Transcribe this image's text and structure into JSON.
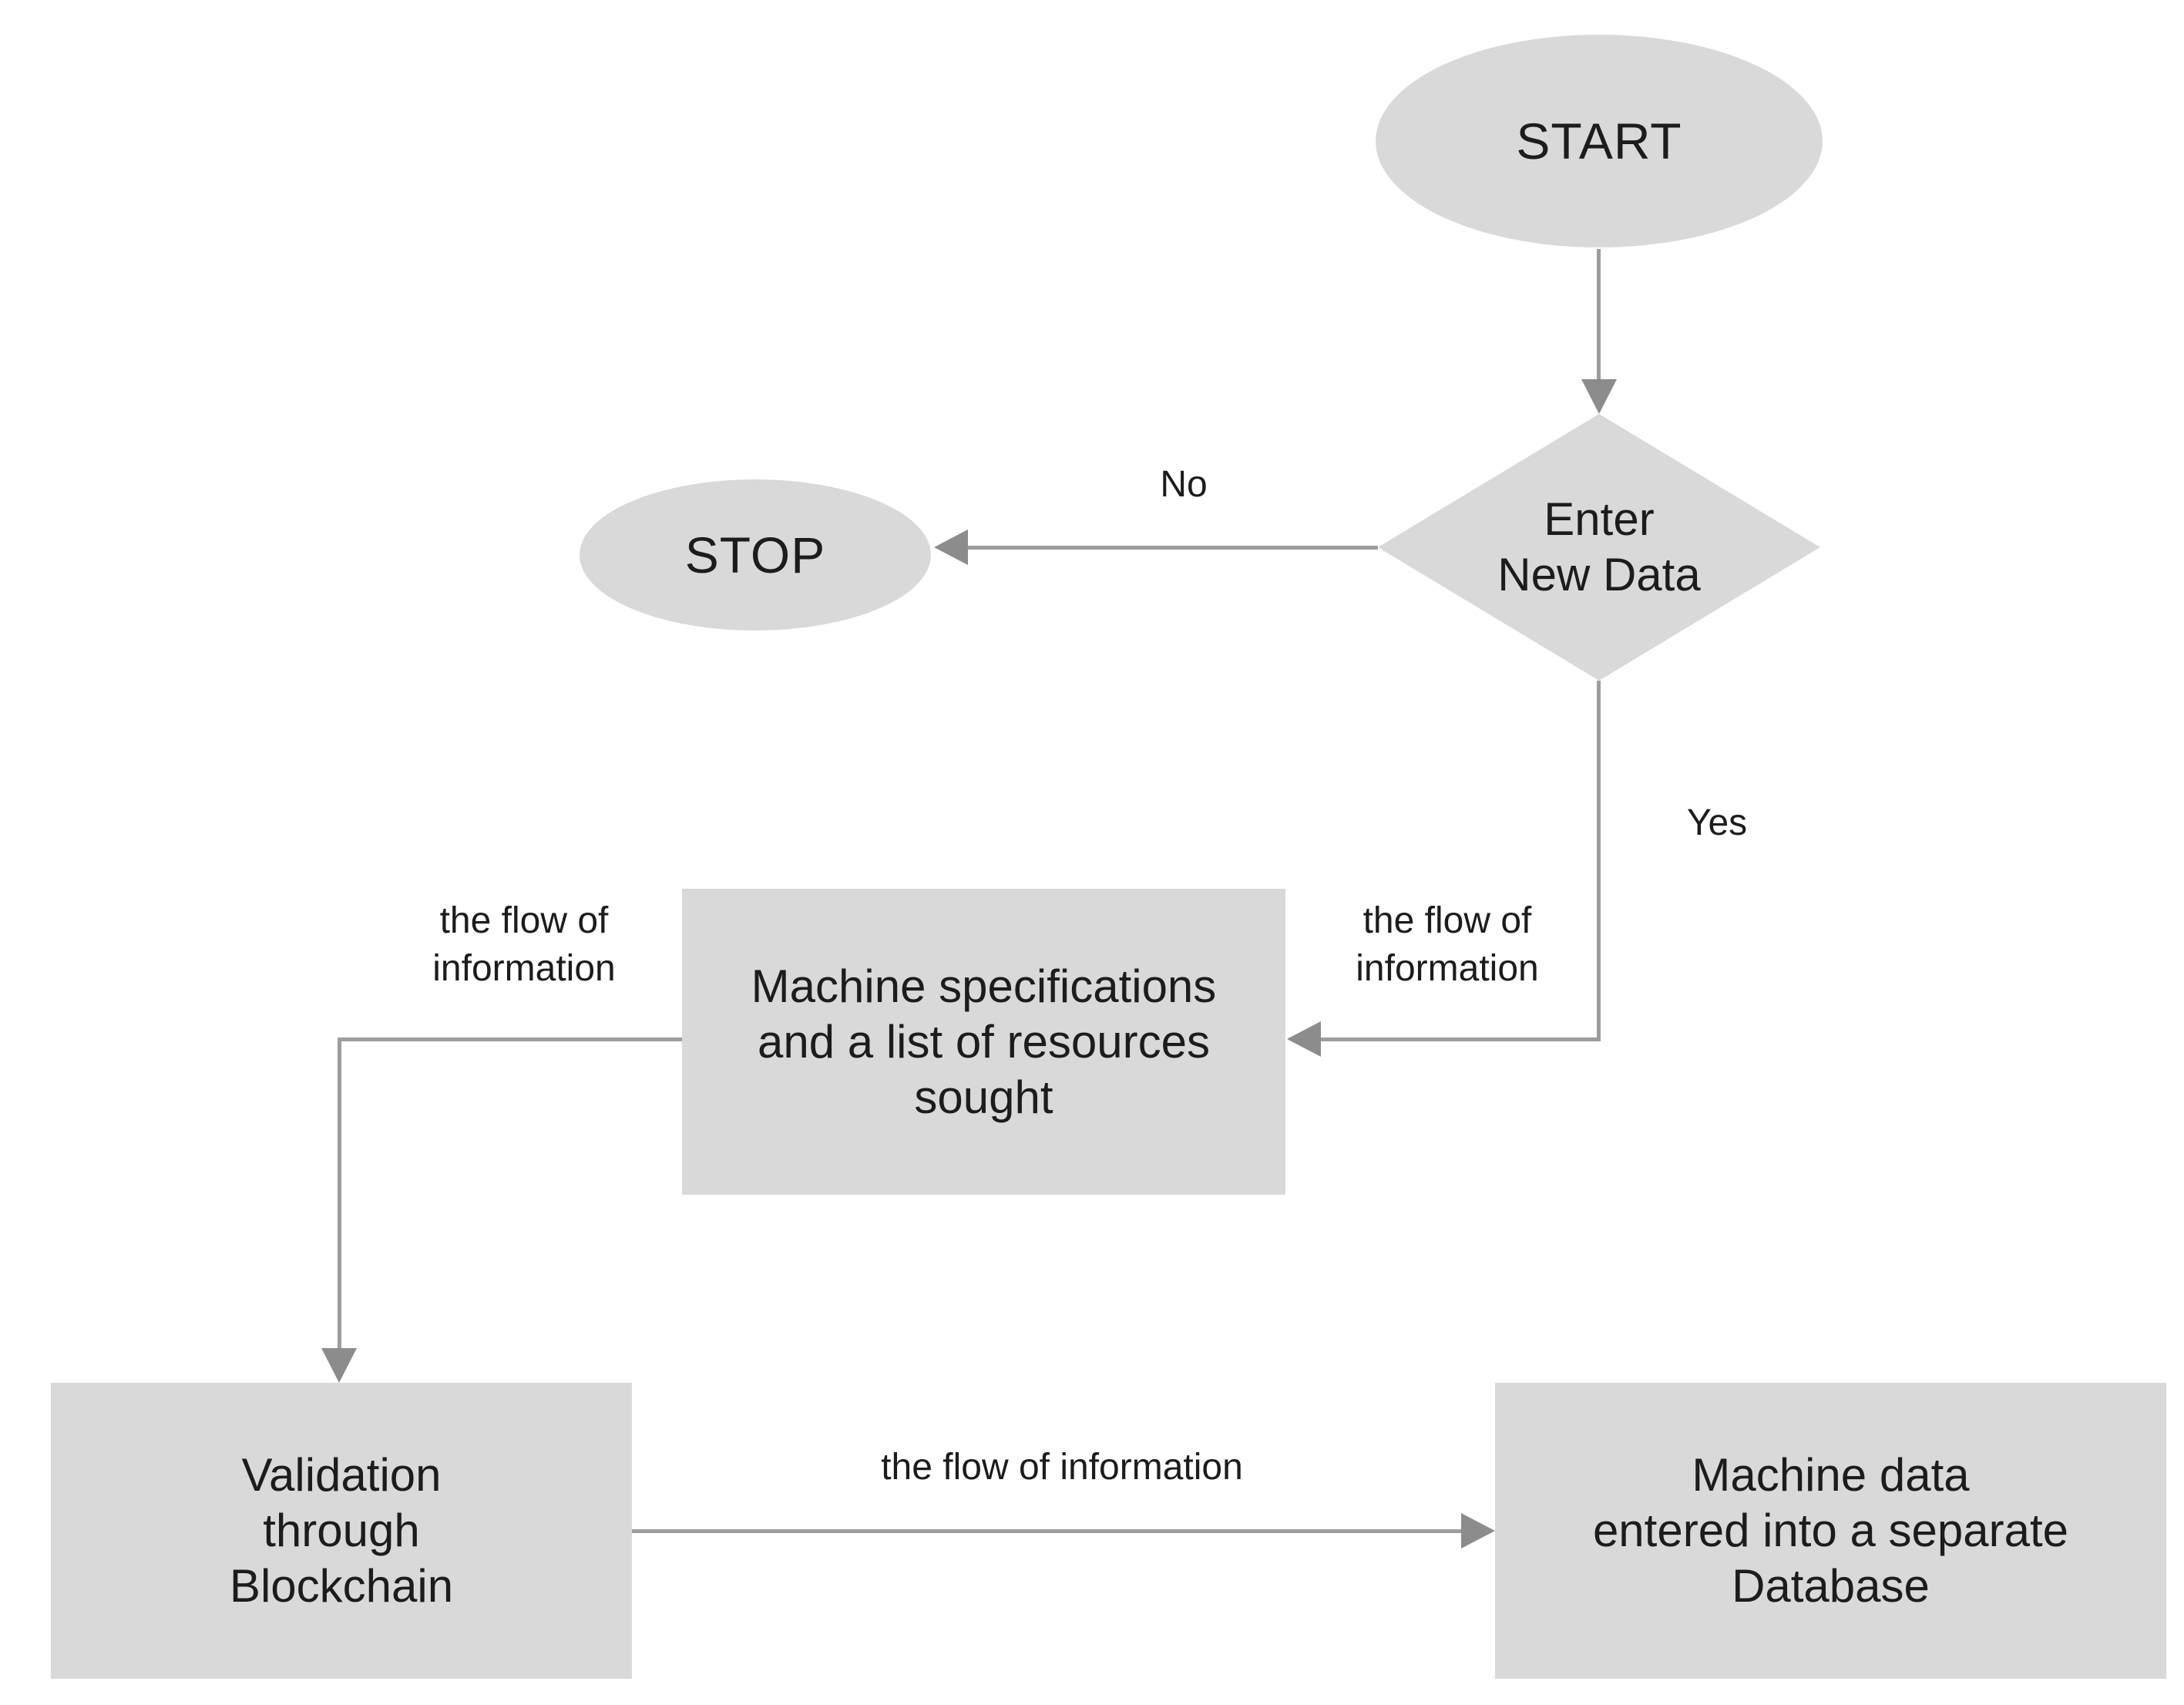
{
  "diagram": {
    "type": "flowchart",
    "background": "#ffffff"
  },
  "colors": {
    "shape_fill": "#d9d9d9",
    "connector_line": "#9d9d9d",
    "arrowhead": "#8c8c8c",
    "text": "#1c1c1c"
  },
  "nodes": {
    "start": {
      "shape": "ellipse",
      "label": "START"
    },
    "stop": {
      "shape": "ellipse",
      "label": "STOP"
    },
    "enter_new_data": {
      "shape": "diamond",
      "label": "Enter\nNew Data"
    },
    "machine_specs": {
      "shape": "rectangle",
      "label": "Machine specifications\nand a list of resources\nsought"
    },
    "validation": {
      "shape": "rectangle",
      "label": "Validation\nthrough\nBlockchain"
    },
    "database": {
      "shape": "rectangle",
      "label": "Machine data\nentered into a separate\nDatabase"
    }
  },
  "edges": {
    "start_to_decision": {
      "from": "start",
      "to": "enter_new_data",
      "label": ""
    },
    "decision_to_stop": {
      "from": "enter_new_data",
      "to": "stop",
      "label": "No"
    },
    "decision_to_machine": {
      "from": "enter_new_data",
      "to": "machine_specs",
      "label": "Yes",
      "flow_label": "the flow of\ninformation"
    },
    "machine_to_validation": {
      "from": "machine_specs",
      "to": "validation",
      "flow_label": "the flow of\ninformation"
    },
    "validation_to_database": {
      "from": "validation",
      "to": "database",
      "flow_label": "the flow of information"
    }
  }
}
